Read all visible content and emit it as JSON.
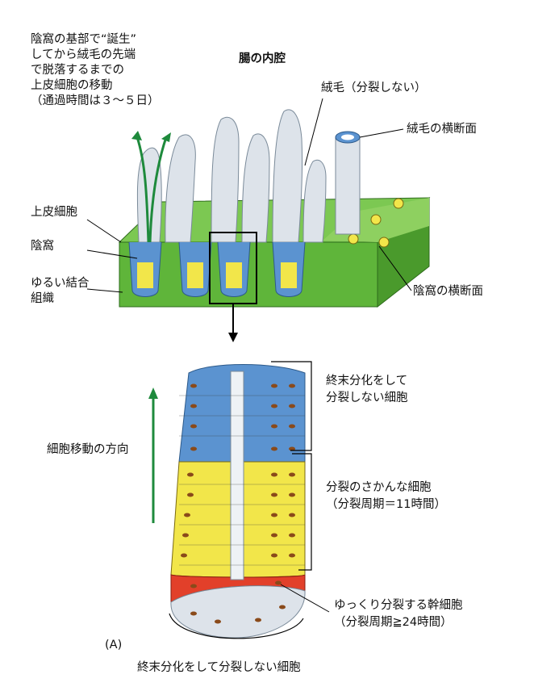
{
  "top_left_caption": [
    "陰窩の基部で“誕生”",
    "してから絨毛の先端",
    "で脱落するまでの",
    "上皮細胞の移動",
    "（通過時間は３～５日）"
  ],
  "lumen_title": "腸の内腔",
  "labels": {
    "villus_no_division": "絨毛（分裂しない）",
    "villus_cross_section": "絨毛の横断面",
    "epithelial_cells": "上皮細胞",
    "crypt": "陰窩",
    "loose_tissue": [
      "ゆるい結合",
      "組織"
    ],
    "crypt_cross_section": "陰窩の横断面",
    "migration_direction": "細胞移動の方向",
    "terminal_top": [
      "終末分化をして",
      "分裂しない細胞"
    ],
    "proliferating": [
      "分裂のさかんな細胞",
      "（分裂周期＝11時間）"
    ],
    "stem_cells": [
      "ゆっくり分裂する幹細胞",
      "（分裂周期≧24時間）"
    ],
    "panel": "(A)",
    "terminal_bottom": "終末分化をして分裂しない細胞"
  },
  "colors": {
    "tissue_green": "#5fb53a",
    "villus_grey": "#dde3ea",
    "epithelium_blue": "#5b93d0",
    "proliferating_yellow": "#f2e64a",
    "stem_red": "#e2402a",
    "arrow_green": "#1e8a3c"
  }
}
